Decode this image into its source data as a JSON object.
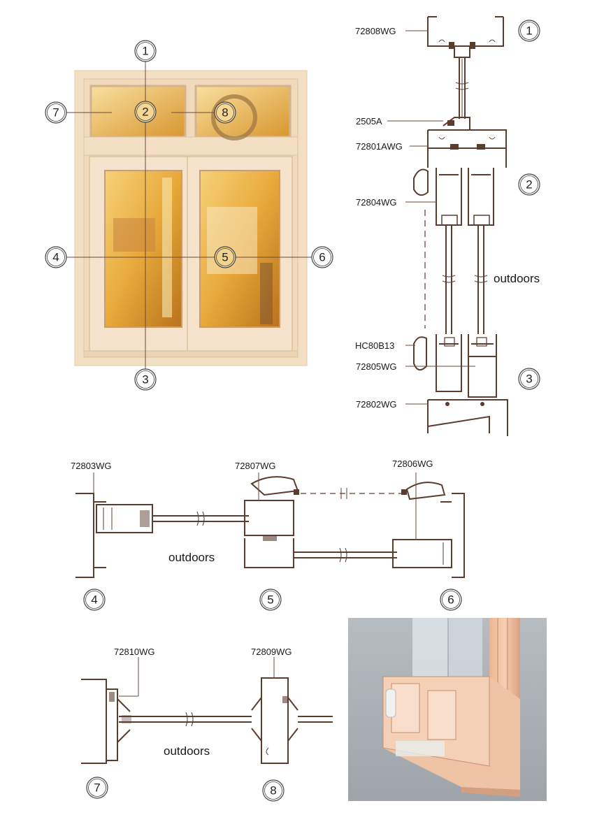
{
  "callouts": {
    "c1": "1",
    "c2": "2",
    "c3": "3",
    "c4": "4",
    "c5": "5",
    "c6": "6",
    "c7": "7",
    "c8": "8"
  },
  "vertical_section": {
    "top_label": "72808WG",
    "glazing_bead": "2505A",
    "transom_label": "72801AWG",
    "sash_top_label": "72804WG",
    "outdoors": "outdoors",
    "handle_label": "HC80B13",
    "sash_bottom_label": "72805WG",
    "sill_label": "72802WG"
  },
  "horizontal_section": {
    "left_label": "72803WG",
    "meeting_label": "72807WG",
    "right_label": "72806WG",
    "outdoors": "outdoors"
  },
  "transom_section": {
    "left_label": "72810WG",
    "mullion_label": "72809WG",
    "outdoors": "outdoors"
  },
  "colors": {
    "frame": "#f3dfc4",
    "glass": "#e8a93a",
    "profile_line": "#5b3d30",
    "render_bg": "#a9afb4"
  }
}
